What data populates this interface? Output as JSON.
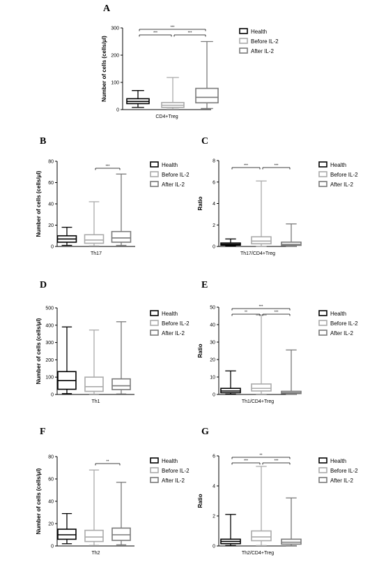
{
  "colors": {
    "health": "#000000",
    "before": "#aaaaaa",
    "after": "#7a7a7a"
  },
  "legend": [
    "Health",
    "Before IL-2",
    "After IL-2"
  ],
  "chart_data": [
    {
      "panel": "A",
      "type": "box",
      "ylabel": "Number of cells (cells/μl)",
      "ylim": [
        0,
        300
      ],
      "yticks": [
        0,
        100,
        200,
        300
      ],
      "category": "CD4+Treg",
      "series": [
        {
          "name": "Health",
          "min": 8,
          "q1": 22,
          "median": 30,
          "q3": 40,
          "max": 70
        },
        {
          "name": "Before IL-2",
          "min": 2,
          "q1": 8,
          "median": 16,
          "q3": 26,
          "max": 118
        },
        {
          "name": "After IL-2",
          "min": 4,
          "q1": 25,
          "median": 45,
          "q3": 78,
          "max": 250
        }
      ],
      "significance": [
        {
          "from": 0,
          "to": 1,
          "label": "***",
          "level": 1
        },
        {
          "from": 1,
          "to": 2,
          "label": "***",
          "level": 1
        },
        {
          "from": 0,
          "to": 2,
          "label": "***",
          "level": 2
        }
      ]
    },
    {
      "panel": "B",
      "type": "box",
      "ylabel": "Number of cells (cells/μl)",
      "ylim": [
        0,
        80
      ],
      "yticks": [
        0,
        20,
        40,
        60,
        80
      ],
      "category": "Th17",
      "series": [
        {
          "name": "Health",
          "min": 1,
          "q1": 4,
          "median": 7,
          "q3": 10,
          "max": 18
        },
        {
          "name": "Before IL-2",
          "min": 0.5,
          "q1": 3,
          "median": 6,
          "q3": 11,
          "max": 42
        },
        {
          "name": "After IL-2",
          "min": 1,
          "q1": 4,
          "median": 8,
          "q3": 14,
          "max": 68
        }
      ],
      "significance": [
        {
          "from": 1,
          "to": 2,
          "label": "***",
          "level": 1
        }
      ]
    },
    {
      "panel": "C",
      "type": "box",
      "ylabel": "Ratio",
      "ylim": [
        0,
        8
      ],
      "yticks": [
        0,
        2,
        4,
        6,
        8
      ],
      "category": "Th17/CD4+Treg",
      "series": [
        {
          "name": "Health",
          "min": 0.05,
          "q1": 0.12,
          "median": 0.2,
          "q3": 0.32,
          "max": 0.7
        },
        {
          "name": "Before IL-2",
          "min": 0.02,
          "q1": 0.25,
          "median": 0.5,
          "q3": 0.9,
          "max": 6.1
        },
        {
          "name": "After IL-2",
          "min": 0.02,
          "q1": 0.1,
          "median": 0.18,
          "q3": 0.4,
          "max": 2.1
        }
      ],
      "significance": [
        {
          "from": 0,
          "to": 1,
          "label": "***",
          "level": 1
        },
        {
          "from": 1,
          "to": 2,
          "label": "***",
          "level": 1
        }
      ]
    },
    {
      "panel": "D",
      "type": "box",
      "ylabel": "Number of cells (cells/μl)",
      "ylim": [
        0,
        500
      ],
      "yticks": [
        0,
        100,
        200,
        300,
        400,
        500
      ],
      "category": "Th1",
      "series": [
        {
          "name": "Health",
          "min": 5,
          "q1": 30,
          "median": 80,
          "q3": 132,
          "max": 390
        },
        {
          "name": "Before IL-2",
          "min": 2,
          "q1": 18,
          "median": 45,
          "q3": 100,
          "max": 372
        },
        {
          "name": "After IL-2",
          "min": 3,
          "q1": 28,
          "median": 50,
          "q3": 90,
          "max": 420
        }
      ],
      "significance": []
    },
    {
      "panel": "E",
      "type": "box",
      "ylabel": "Ratio",
      "ylim": [
        0,
        50
      ],
      "yticks": [
        0,
        10,
        20,
        30,
        40,
        50
      ],
      "category": "Th1/CD4+Treg",
      "series": [
        {
          "name": "Health",
          "min": 0.2,
          "q1": 1,
          "median": 2,
          "q3": 3.5,
          "max": 13.5
        },
        {
          "name": "Before IL-2",
          "min": 0.2,
          "q1": 2,
          "median": 3.5,
          "q3": 6,
          "max": 45.5
        },
        {
          "name": "After IL-2",
          "min": 0.1,
          "q1": 0.5,
          "median": 1,
          "q3": 1.8,
          "max": 25.5
        }
      ],
      "significance": [
        {
          "from": 0,
          "to": 1,
          "label": "**",
          "level": 1
        },
        {
          "from": 1,
          "to": 2,
          "label": "***",
          "level": 1
        },
        {
          "from": 0,
          "to": 2,
          "label": "***",
          "level": 2
        }
      ]
    },
    {
      "panel": "F",
      "type": "box",
      "ylabel": "Number of cells (cells/μl)",
      "ylim": [
        0,
        80
      ],
      "yticks": [
        0,
        20,
        40,
        60,
        80
      ],
      "category": "Th2",
      "series": [
        {
          "name": "Health",
          "min": 2,
          "q1": 6,
          "median": 10,
          "q3": 15,
          "max": 29
        },
        {
          "name": "Before IL-2",
          "min": 0.5,
          "q1": 4,
          "median": 8,
          "q3": 14,
          "max": 68
        },
        {
          "name": "After IL-2",
          "min": 1,
          "q1": 5,
          "median": 10,
          "q3": 16,
          "max": 57
        }
      ],
      "significance": [
        {
          "from": 1,
          "to": 2,
          "label": "**",
          "level": 1
        }
      ]
    },
    {
      "panel": "G",
      "type": "box",
      "ylabel": "Ratio",
      "ylim": [
        0,
        6
      ],
      "yticks": [
        0,
        2,
        4,
        6
      ],
      "category": "Th2/CD4+Treg",
      "series": [
        {
          "name": "Health",
          "min": 0.03,
          "q1": 0.15,
          "median": 0.3,
          "q3": 0.45,
          "max": 2.1
        },
        {
          "name": "Before IL-2",
          "min": 0.03,
          "q1": 0.35,
          "median": 0.6,
          "q3": 1.0,
          "max": 5.3
        },
        {
          "name": "After IL-2",
          "min": 0.02,
          "q1": 0.12,
          "median": 0.25,
          "q3": 0.45,
          "max": 3.2
        }
      ],
      "significance": [
        {
          "from": 0,
          "to": 1,
          "label": "***",
          "level": 1
        },
        {
          "from": 1,
          "to": 2,
          "label": "***",
          "level": 1
        },
        {
          "from": 0,
          "to": 2,
          "label": "**",
          "level": 2
        }
      ]
    }
  ]
}
